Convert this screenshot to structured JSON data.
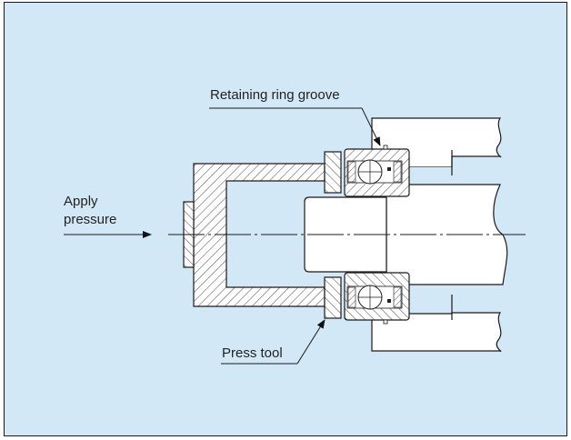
{
  "diagram": {
    "labels": {
      "retaining_ring_groove": "Retaining ring groove",
      "apply": "Apply",
      "pressure": "pressure",
      "press_tool": "Press tool"
    },
    "colors": {
      "background": "#d3e8f6",
      "part_fill": "#ffffff",
      "hatch_fill": "#ffffff",
      "line": "#1a1a1a"
    }
  }
}
